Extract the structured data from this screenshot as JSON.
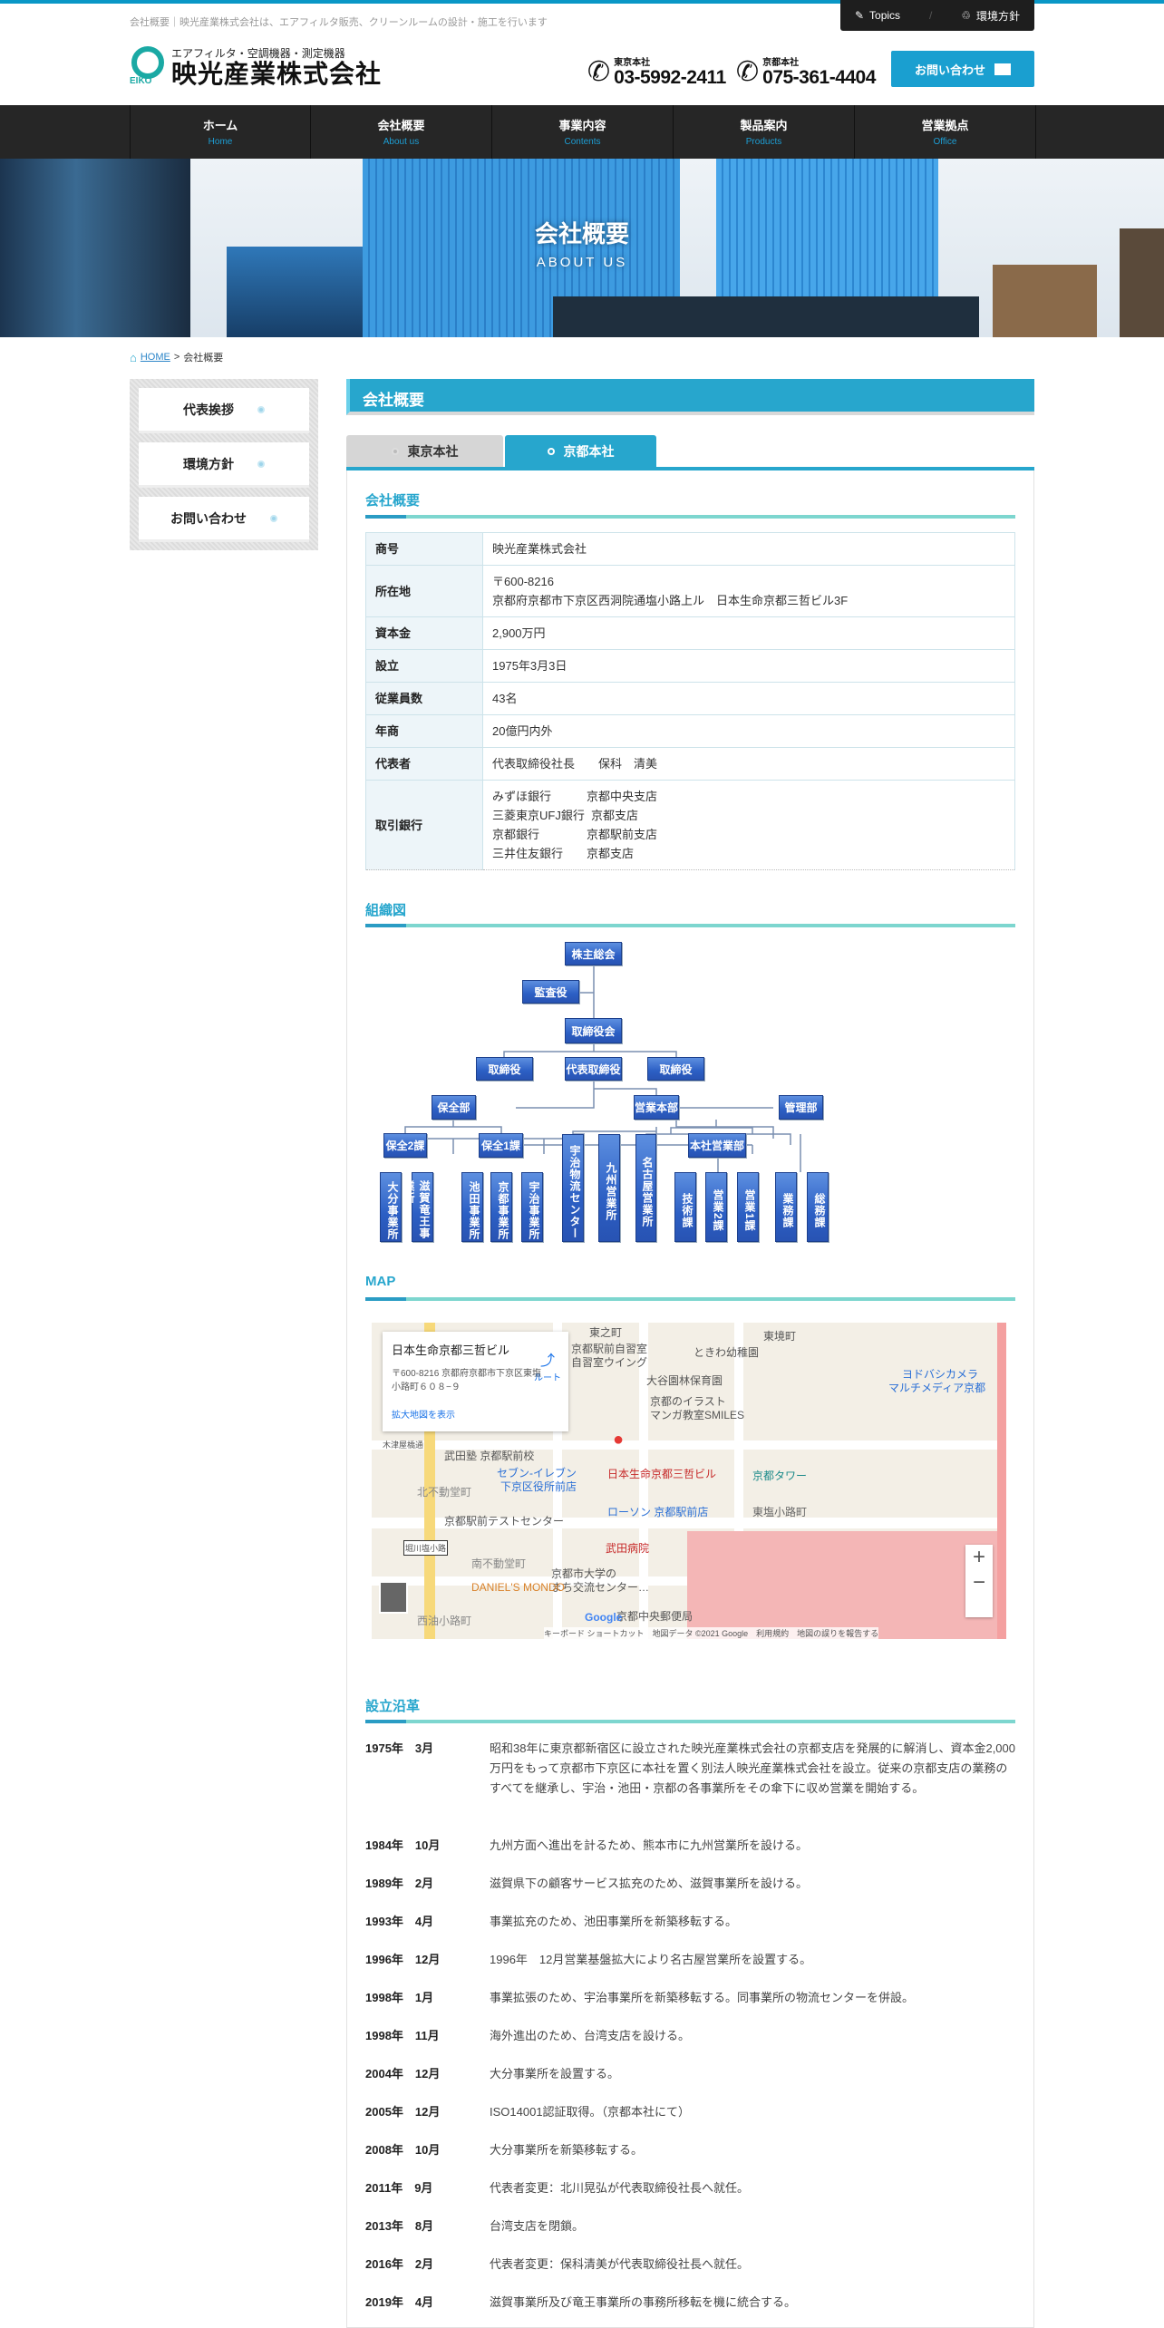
{
  "header": {
    "tagline": "会社概要｜映光産業株式会社は、エアフィルタ販売、クリーンルームの設計・施工を行います",
    "topics": "Topics",
    "env_policy": "環境方針",
    "logo_sub": "エアフィルタ・空調機器・測定機器",
    "logo_name": "映光産業株式会社",
    "logo_mark": "EIKO",
    "phones": [
      {
        "label": "東京本社",
        "number": "03-5992-2411"
      },
      {
        "label": "京都本社",
        "number": "075-361-4404"
      }
    ],
    "contact": "お問い合わせ"
  },
  "nav": [
    {
      "jp": "ホーム",
      "en": "Home"
    },
    {
      "jp": "会社概要",
      "en": "About us"
    },
    {
      "jp": "事業内容",
      "en": "Contents"
    },
    {
      "jp": "製品案内",
      "en": "Products"
    },
    {
      "jp": "営業拠点",
      "en": "Office"
    }
  ],
  "hero": {
    "title": "会社概要",
    "subtitle": "ABOUT US"
  },
  "breadcrumb": {
    "home": "HOME",
    "sep": ">",
    "current": "会社概要"
  },
  "sidebar": [
    {
      "label": "代表挨拶"
    },
    {
      "label": "環境方針"
    },
    {
      "label": "お問い合わせ"
    }
  ],
  "main": {
    "title": "会社概要",
    "tabs": [
      {
        "label": "東京本社"
      },
      {
        "label": "京都本社"
      }
    ],
    "sections": {
      "overview": "会社概要",
      "org": "組織図",
      "map": "MAP",
      "history": "設立沿革"
    }
  },
  "company": [
    {
      "k": "商号",
      "v": [
        "映光産業株式会社"
      ]
    },
    {
      "k": "所在地",
      "v": [
        "〒600-8216",
        "京都府京都市下京区西洞院通塩小路上ル　日本生命京都三哲ビル3F"
      ]
    },
    {
      "k": "資本金",
      "v": [
        "2,900万円"
      ]
    },
    {
      "k": "設立",
      "v": [
        "1975年3月3日"
      ]
    },
    {
      "k": "従業員数",
      "v": [
        "43名"
      ]
    },
    {
      "k": "年商",
      "v": [
        "20億円内外"
      ]
    },
    {
      "k": "代表者",
      "v": [
        "代表取締役社長　　保科　清美"
      ]
    },
    {
      "k": "取引銀行",
      "v": [
        "みずほ銀行　　　京都中央支店",
        "三菱東京UFJ銀行  京都支店",
        "京都銀行　　　　京都駅前支店",
        "三井住友銀行　　京都支店"
      ]
    }
  ],
  "org": {
    "nodes": [
      "株主総会",
      "監査役",
      "取締役会",
      "取締役",
      "代表取締役",
      "取締役",
      "保全部",
      "営業本部",
      "管理部",
      "保全2課",
      "保全1課",
      "本社営業部",
      "宇治物流センター",
      "九州営業所",
      "名古屋営業所",
      "大分事業所",
      "滋賀竜王事業所",
      "池田事業所",
      "京都事業所",
      "宇治事業所",
      "技術課",
      "営業2課",
      "営業1課",
      "業務課",
      "総務課"
    ]
  },
  "map": {
    "card_title": "日本生命京都三哲ビル",
    "card_addr1": "〒600-8216 京都府京都市下京区東塩",
    "card_addr2": "小路町６０８−９",
    "route": "ルート",
    "enlarge": "拡大地図を表示",
    "pin_label": "日本生命京都三哲ビル",
    "labels": [
      "京都駅前自習室",
      "自習室ウイング",
      "ときわ幼稚園",
      "大谷園林保育園",
      "京都のイラスト",
      "マンガ教室SMILES",
      "ヨドバシカメラ",
      "マルチメディア京都",
      "武田塾 京都駅前校",
      "セブン-イレブン",
      "下京区役所前店",
      "北不動堂町",
      "京都タワー",
      "ローソン 京都駅前店",
      "東塩小路町",
      "京都駅前テストセンター",
      "武田病院",
      "南不動堂町",
      "京都市大学の",
      "まち交流センター…",
      "DANIEL'S MONDO",
      "京都中央郵便局",
      "西油小路町",
      "堀川塩小路",
      "木津屋橋通",
      "東之町",
      "東境町"
    ],
    "footer": "キーボード ショートカット　地図データ ©2021 Google　利用規約　地図の誤りを報告する",
    "google": "Google",
    "zoom_in": "+",
    "zoom_out": "−"
  },
  "history": [
    {
      "date": "1975年　3月",
      "text": "昭和38年に東京都新宿区に設立された映光産業株式会社の京都支店を発展的に解消し、資本金2,000万円をもって京都市下京区に本社を置く別法人映光産業株式会社を設立。従来の京都支店の業務のすべてを継承し、宇治・池田・京都の各事業所をその傘下に収め営業を開始する。"
    },
    {
      "date": "1984年　10月",
      "text": "九州方面へ進出を計るため、熊本市に九州営業所を設ける。"
    },
    {
      "date": "1989年　2月",
      "text": "滋賀県下の顧客サービス拡充のため、滋賀事業所を設ける。"
    },
    {
      "date": "1993年　4月",
      "text": "事業拡充のため、池田事業所を新築移転する。"
    },
    {
      "date": "1996年　12月",
      "text": "1996年　12月営業基盤拡大により名古屋営業所を設置する。"
    },
    {
      "date": "1998年　1月",
      "text": "事業拡張のため、宇治事業所を新築移転する。同事業所の物流センターを併設。"
    },
    {
      "date": "1998年　11月",
      "text": "海外進出のため、台湾支店を設ける。"
    },
    {
      "date": "2004年　12月",
      "text": "大分事業所を設置する。"
    },
    {
      "date": "2005年　12月",
      "text": "ISO14001認証取得。（京都本社にて）"
    },
    {
      "date": "2008年　10月",
      "text": "大分事業所を新築移転する。"
    },
    {
      "date": "2011年　9月",
      "text": "代表者変更：北川晃弘が代表取締役社長へ就任。"
    },
    {
      "date": "2013年　8月",
      "text": "台湾支店を閉鎖。"
    },
    {
      "date": "2016年　2月",
      "text": "代表者変更：保科清美が代表取締役社長へ就任。"
    },
    {
      "date": "2019年　4月",
      "text": "滋賀事業所及び竜王事業所の事務所移転を機に統合する。"
    }
  ],
  "colors": {
    "accent": "#27a6cd",
    "nav": "#262626",
    "org_box": "#2c5fc4"
  }
}
